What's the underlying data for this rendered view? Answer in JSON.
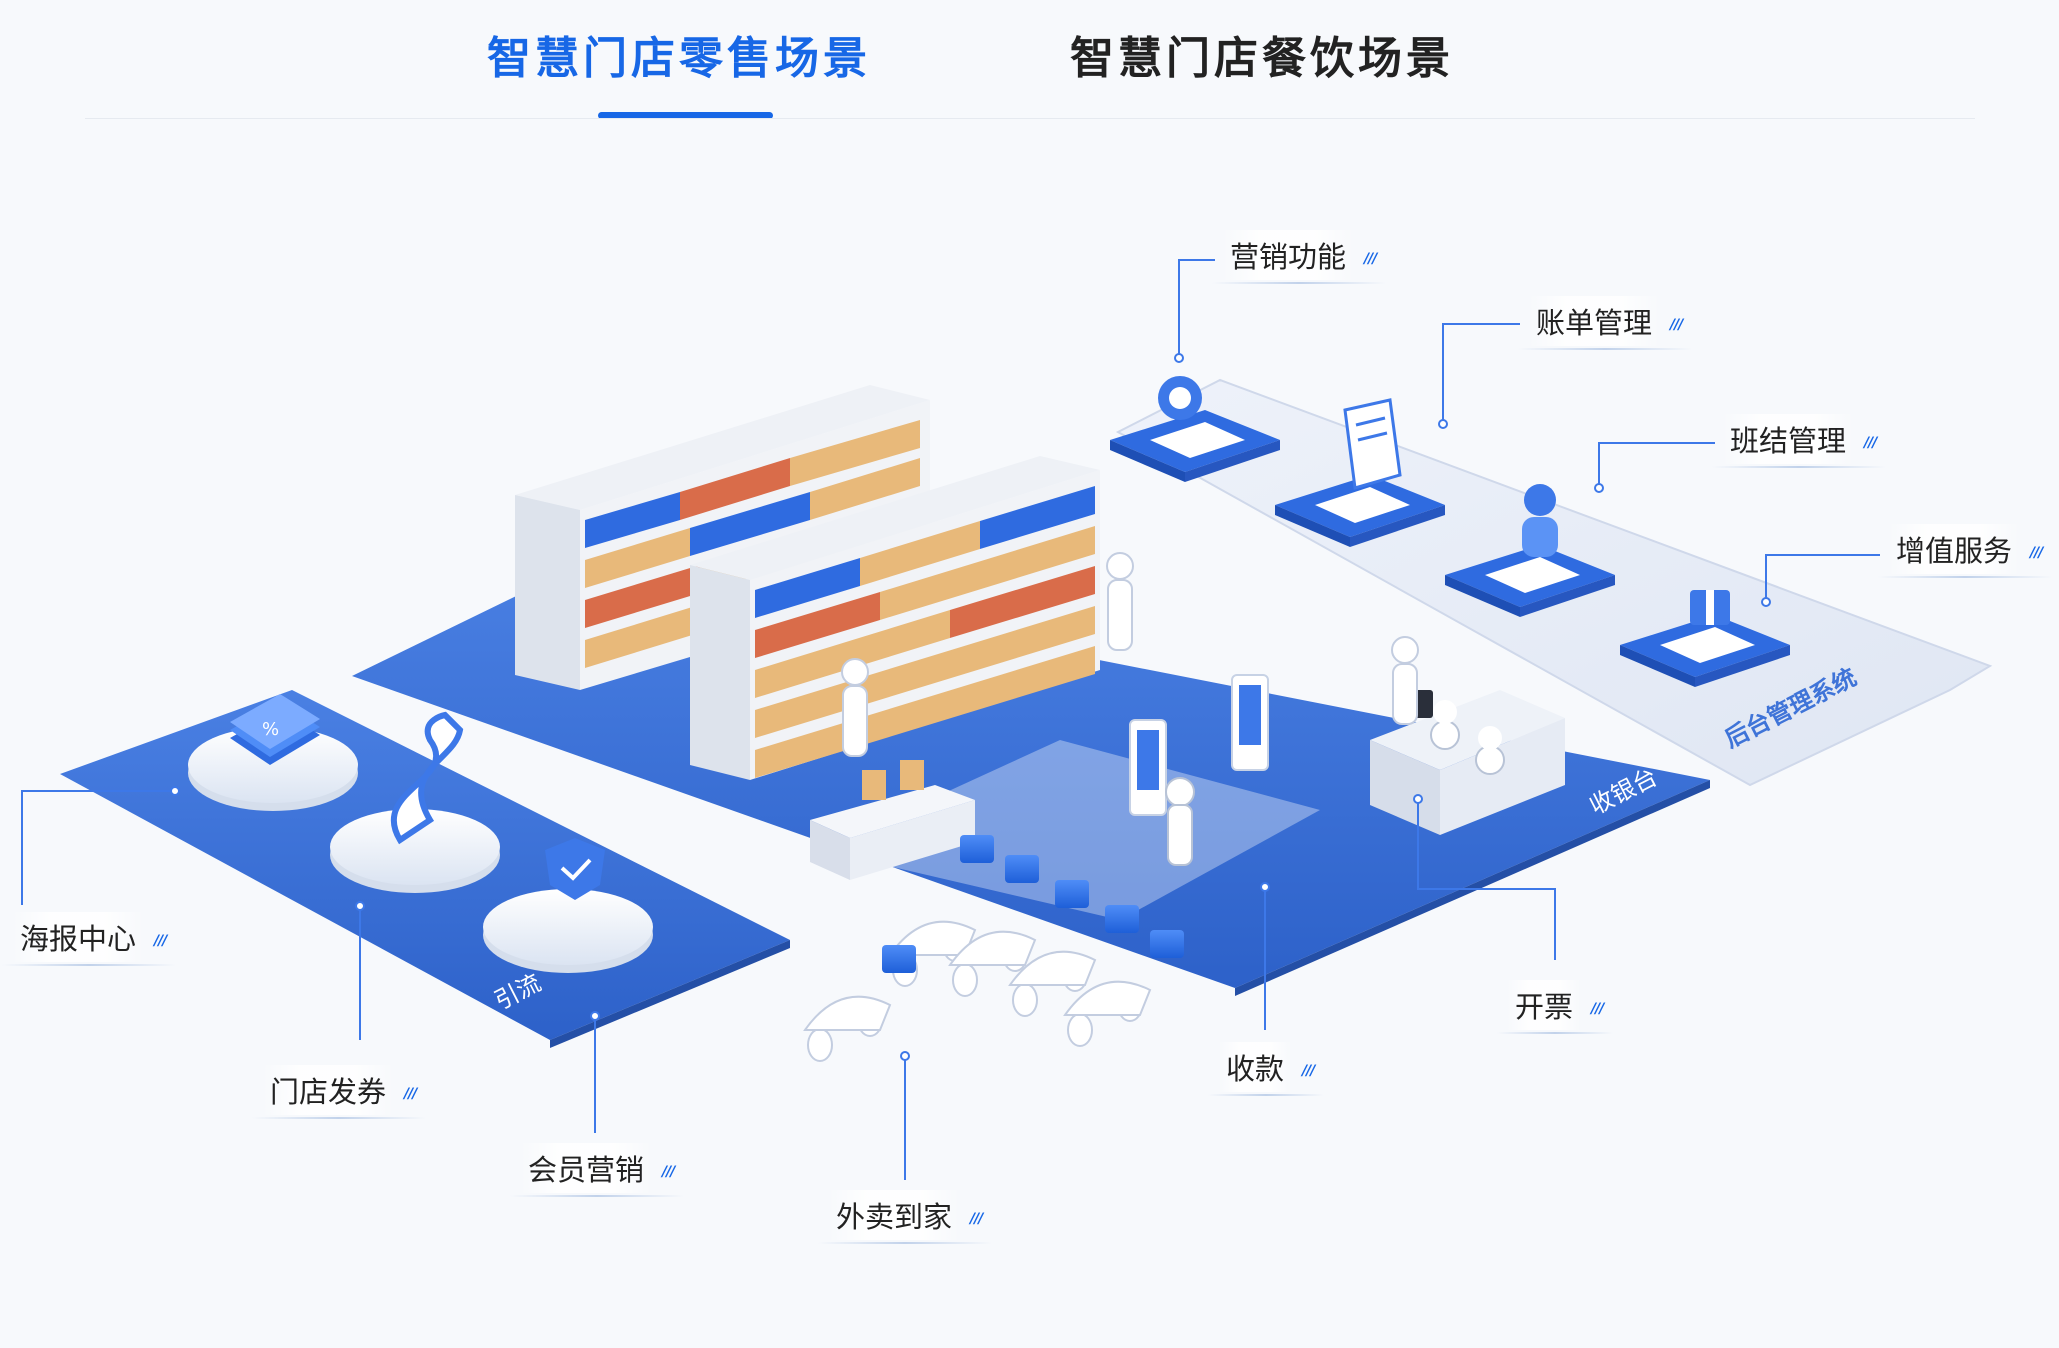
{
  "tabs": [
    {
      "label": "智慧门店零售场景",
      "active": true
    },
    {
      "label": "智慧门店餐饮场景",
      "active": false
    }
  ],
  "colors": {
    "accent": "#1767e6",
    "platform": "#3f74d8",
    "platform_dark": "#2f5fc0",
    "backend": "#e6ebf5"
  },
  "zones": {
    "traffic": "引流",
    "checkout": "收银台",
    "backend": "后台管理系统"
  },
  "callouts": {
    "poster_center": "海报中心",
    "store_coupons": "门店发券",
    "member_marketing": "会员营销",
    "delivery": "外卖到家",
    "payment": "收款",
    "invoice": "开票",
    "marketing_features": "营销功能",
    "bill_management": "账单管理",
    "shift_management": "班结管理",
    "value_added_services": "增值服务"
  },
  "icons": {
    "callout_marker": "triple-slash-icon",
    "coupon_stack": "coupon-stack-icon",
    "membership_shield": "shield-check-icon",
    "poster_ribbon": "ribbon-icon",
    "marketing": "megaphone-icon",
    "bill": "document-icon",
    "shift": "person-icon",
    "value_added": "gift-icon"
  }
}
